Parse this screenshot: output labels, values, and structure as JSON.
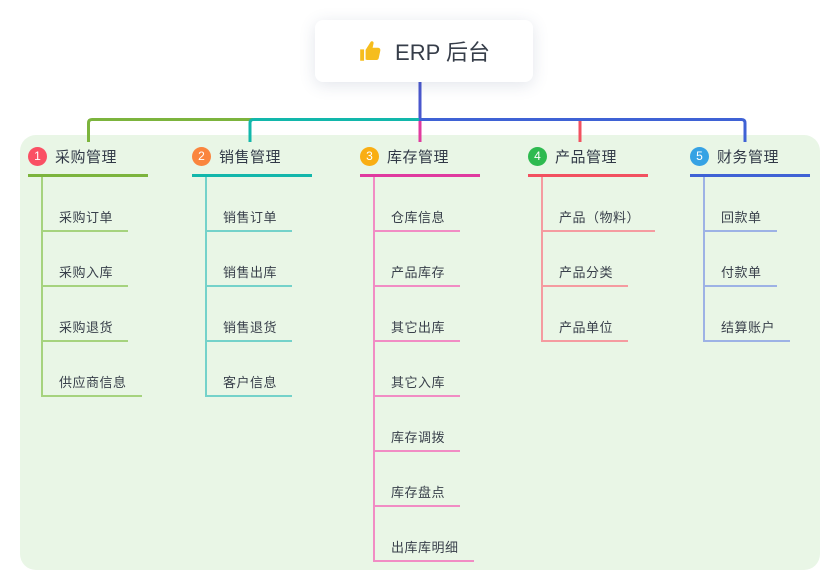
{
  "root": {
    "title": "ERP 后台",
    "icon": "thumbs-up-icon",
    "icon_color": "#f6bd1d"
  },
  "canvas": {
    "background": "#ffffff",
    "panel_background": "#e9f6e6",
    "connector_root_color": "#4a57cd",
    "text_color": "#39404b"
  },
  "branches": [
    {
      "num": "1",
      "label": "采购管理",
      "badge_color": "#fa5064",
      "line_color": "#7cb43d",
      "sub_line_color": "#a6d37e",
      "items": [
        "采购订单",
        "采购入库",
        "采购退货",
        "供应商信息"
      ]
    },
    {
      "num": "2",
      "label": "销售管理",
      "badge_color": "#fa853e",
      "line_color": "#12b7ab",
      "sub_line_color": "#74d2ca",
      "items": [
        "销售订单",
        "销售出库",
        "销售退货",
        "客户信息"
      ]
    },
    {
      "num": "3",
      "label": "库存管理",
      "badge_color": "#f9ae13",
      "line_color": "#e03a9f",
      "sub_line_color": "#f18cc4",
      "items": [
        "仓库信息",
        "产品库存",
        "其它出库",
        "其它入库",
        "库存调拨",
        "库存盘点",
        "出库库明细"
      ]
    },
    {
      "num": "4",
      "label": "产品管理",
      "badge_color": "#2eba50",
      "line_color": "#f25160",
      "sub_line_color": "#f59ba0",
      "items": [
        "产品（物料）",
        "产品分类",
        "产品单位"
      ]
    },
    {
      "num": "5",
      "label": "财务管理",
      "badge_color": "#36a2e4",
      "line_color": "#3f62d5",
      "sub_line_color": "#9db2e5",
      "items": [
        "回款单",
        "付款单",
        "结算账户"
      ]
    }
  ]
}
